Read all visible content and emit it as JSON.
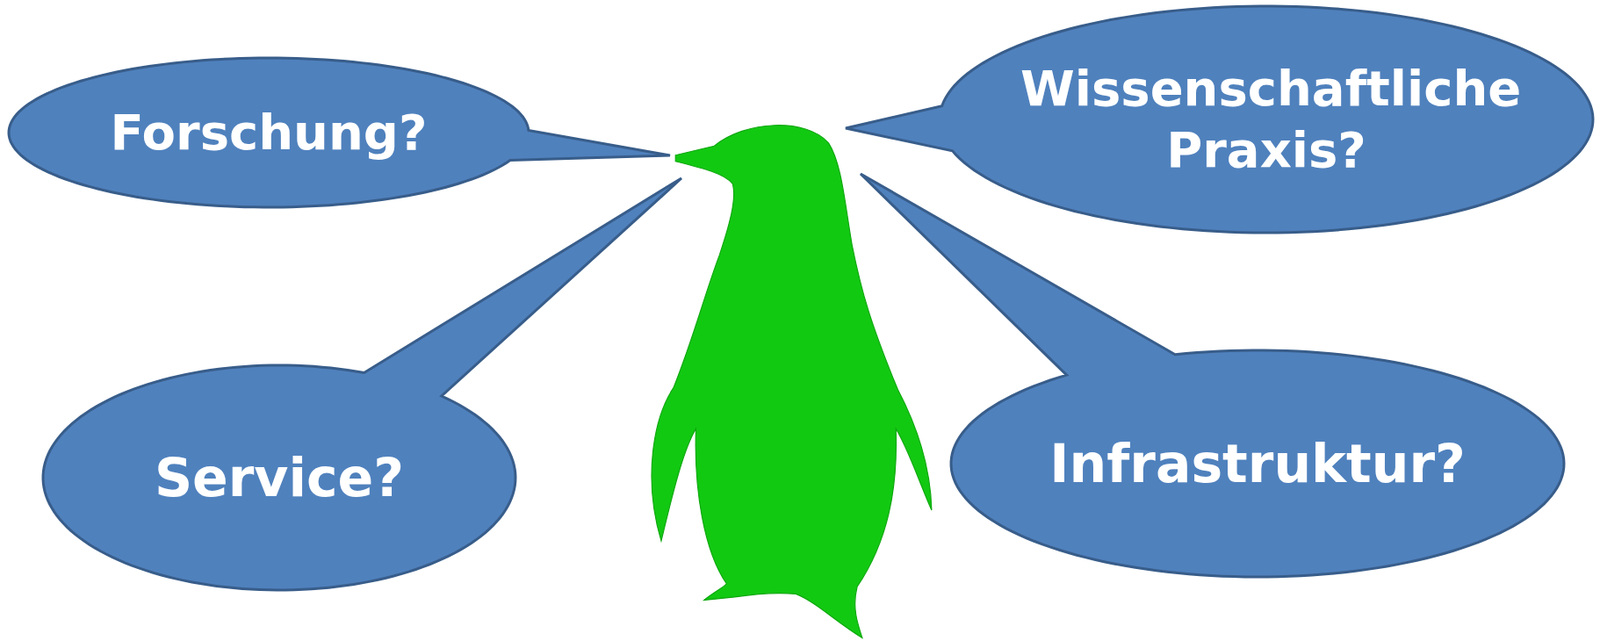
{
  "diagram": {
    "nodes": [
      {
        "text": [
          "Forschung?"
        ]
      },
      {
        "text": [
          "Wissenschaftliche Praxis?"
        ]
      },
      {
        "text": [
          "Service?"
        ]
      },
      {
        "text": [
          "Infrastruktur?"
        ]
      }
    ]
  }
}
